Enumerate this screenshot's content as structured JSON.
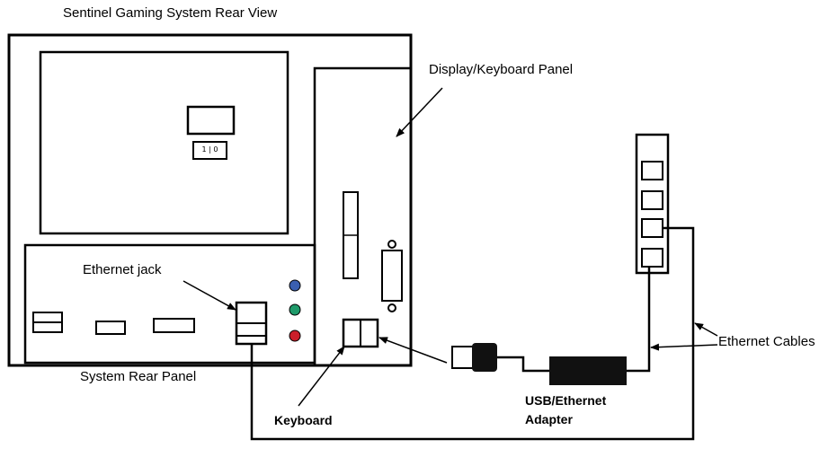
{
  "diagram": {
    "title": "Sentinel Gaming System Rear View",
    "labels": {
      "display_keyboard_panel": "Display/Keyboard Panel",
      "ethernet_jack": "Ethernet jack",
      "system_rear_panel": "System Rear Panel",
      "keyboard": "Keyboard",
      "usb_ethernet_adapter_line1": "USB/Ethernet",
      "usb_ethernet_adapter_line2": "Adapter",
      "ethernet_cables": "Ethernet Cables"
    },
    "power_switch_text": "1 | 0",
    "colors": {
      "line": "#000000",
      "background": "#ffffff",
      "led_blue": "#3a5fb0",
      "led_green": "#1f9a6a",
      "led_red": "#cc1f2a"
    },
    "icons": [
      "power-switch-icon",
      "ethernet-jack-icon",
      "usb-plug-icon",
      "usb-ethernet-adapter-icon",
      "network-switch-icon",
      "serial-port-icon"
    ]
  }
}
